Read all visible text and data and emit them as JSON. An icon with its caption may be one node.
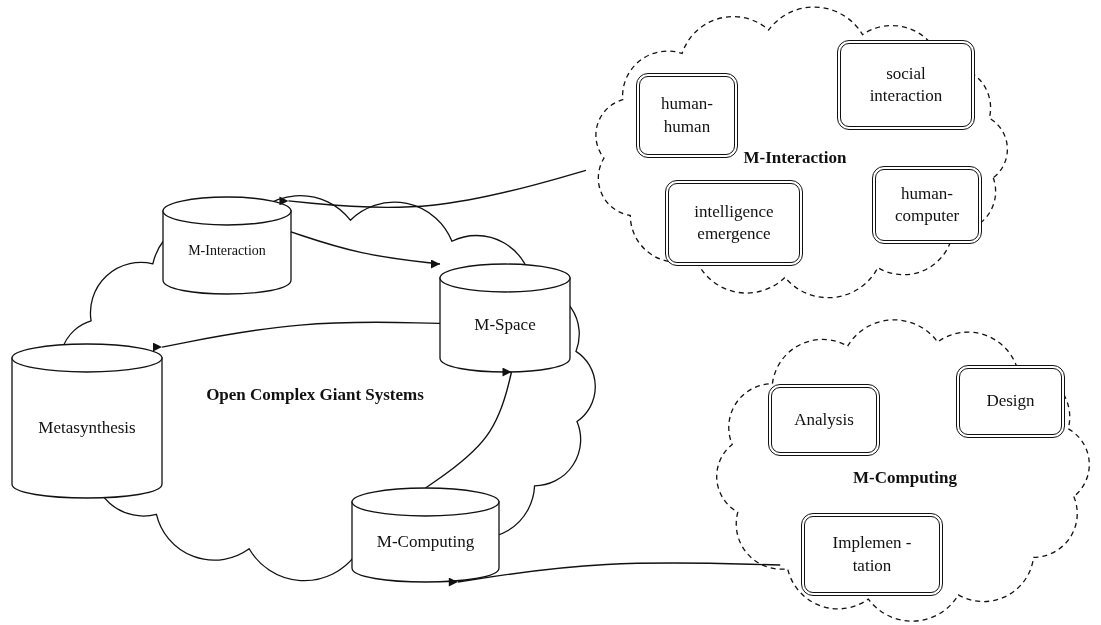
{
  "diagram": {
    "nodes": [
      {
        "text": [
          "Open Complex Giant Systems"
        ]
      },
      {
        "text": [
          "M-Interaction"
        ],
        "in": 0
      },
      {
        "text": [
          "M-Space"
        ],
        "in": 0
      },
      {
        "text": [
          "Metasynthesis"
        ]
      },
      {
        "text": [
          "M-Computing"
        ],
        "in": 0
      },
      {
        "text": [
          "M-Interaction"
        ]
      },
      {
        "text": [
          "human- human"
        ],
        "in": 5
      },
      {
        "text": [
          "social interaction"
        ],
        "in": 5
      },
      {
        "text": [
          "intelligence emergence"
        ],
        "in": 5
      },
      {
        "text": [
          "human- computer"
        ],
        "in": 5
      },
      {
        "text": [
          "M-Computing"
        ]
      },
      {
        "text": [
          "Analysis"
        ],
        "in": 10
      },
      {
        "text": [
          "Design"
        ],
        "in": 10
      },
      {
        "text": [
          "Implemen - tation"
        ],
        "in": 10
      }
    ],
    "edges": [
      {
        "from": 5,
        "to": 1,
        "arrow": "to"
      },
      {
        "from": 1,
        "to": 2,
        "arrow": "to"
      },
      {
        "from": 2,
        "to": 3,
        "arrow": "to"
      },
      {
        "from": 4,
        "to": 2,
        "arrow": "to"
      },
      {
        "from": 10,
        "to": 4,
        "arrow": "to"
      }
    ]
  }
}
